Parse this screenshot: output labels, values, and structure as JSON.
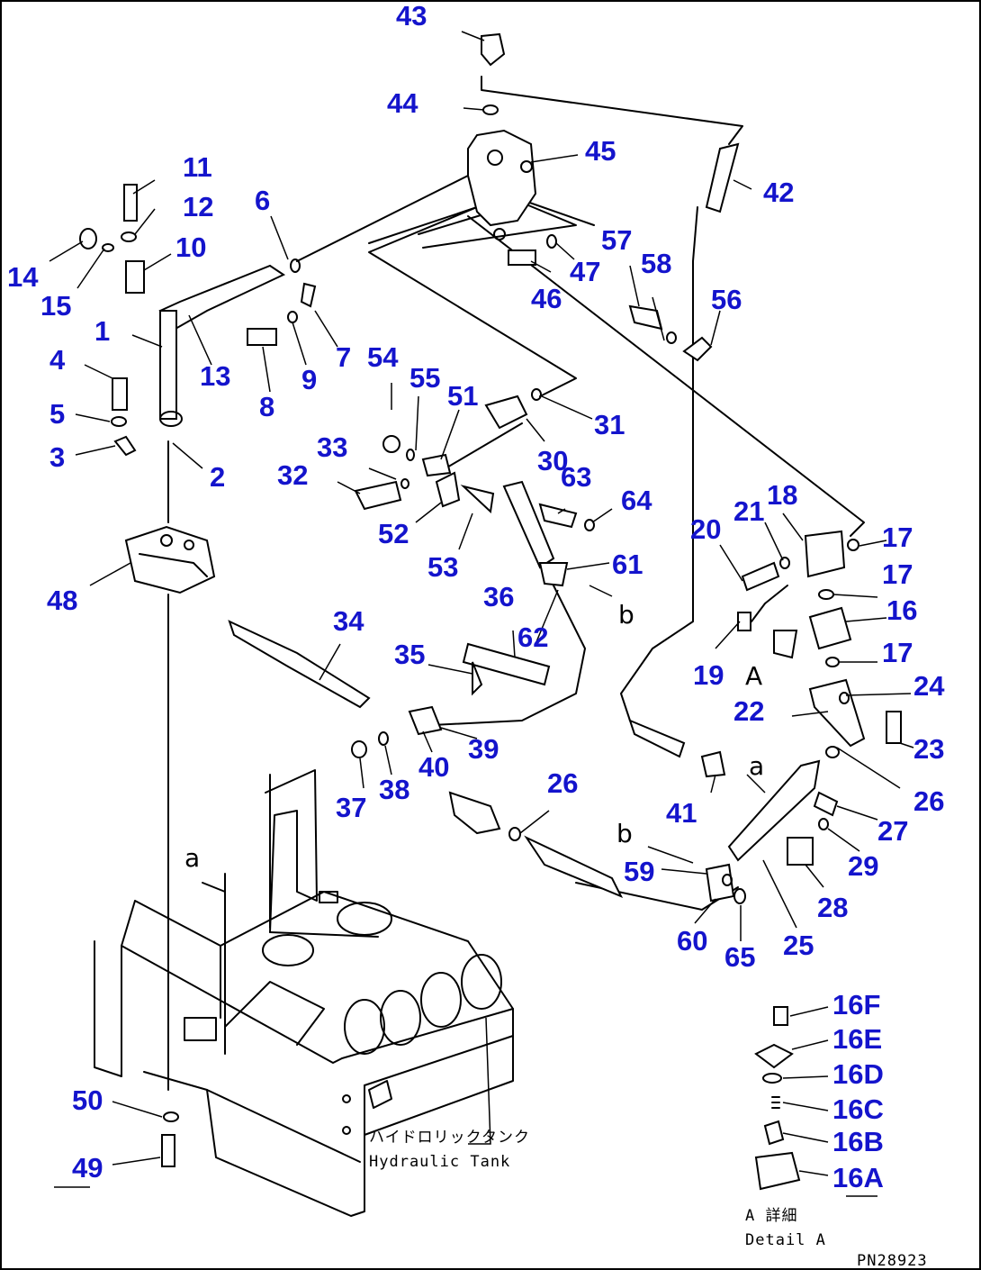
{
  "drawing_number": "PN28923",
  "tank_label_jp": "ハイドロリックタンク",
  "tank_label_en": "Hydraulic Tank",
  "detail_label_jp": "A 詳細",
  "detail_label_en": "Detail A",
  "view_marker": "A",
  "connection_marks": [
    "a",
    "b"
  ],
  "part_numbers": [
    "1",
    "2",
    "3",
    "4",
    "5",
    "6",
    "7",
    "8",
    "9",
    "10",
    "11",
    "12",
    "13",
    "14",
    "15",
    "16",
    "16A",
    "16B",
    "16C",
    "16D",
    "16E",
    "16F",
    "17",
    "18",
    "19",
    "20",
    "21",
    "22",
    "23",
    "24",
    "25",
    "26",
    "27",
    "28",
    "29",
    "30",
    "31",
    "32",
    "33",
    "34",
    "35",
    "36",
    "37",
    "38",
    "39",
    "40",
    "41",
    "42",
    "43",
    "44",
    "45",
    "46",
    "47",
    "48",
    "49",
    "50",
    "51",
    "52",
    "53",
    "54",
    "55",
    "56",
    "57",
    "58",
    "59",
    "60",
    "61",
    "62",
    "63",
    "64",
    "65"
  ]
}
